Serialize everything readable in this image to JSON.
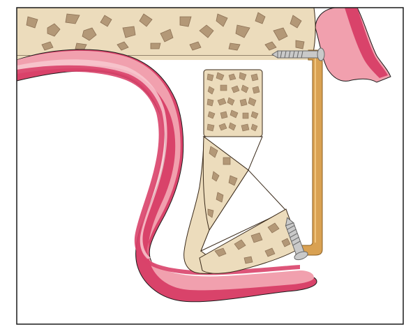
{
  "figure": {
    "subject": "bone-augmentation-illustration",
    "colors": {
      "background": "#ffffff",
      "frame": "#1a1a1a",
      "bone": "#ecdcbc",
      "bone_edge": "#3a2a1a",
      "trabecula": "#b39877",
      "trabecula_dark": "#8c7155",
      "gum_pink": "#f1a0ae",
      "gum_light": "#f8c9d0",
      "gum_red": "#d9436a",
      "gum_dark": "#b8294f",
      "plate": "#d9a152",
      "plate_edge": "#8a5e22",
      "screw": "#c9c9c9",
      "screw_edge": "#666666"
    },
    "icons": [
      "bone-block-graft",
      "titanium-plate",
      "fixation-screw"
    ]
  }
}
